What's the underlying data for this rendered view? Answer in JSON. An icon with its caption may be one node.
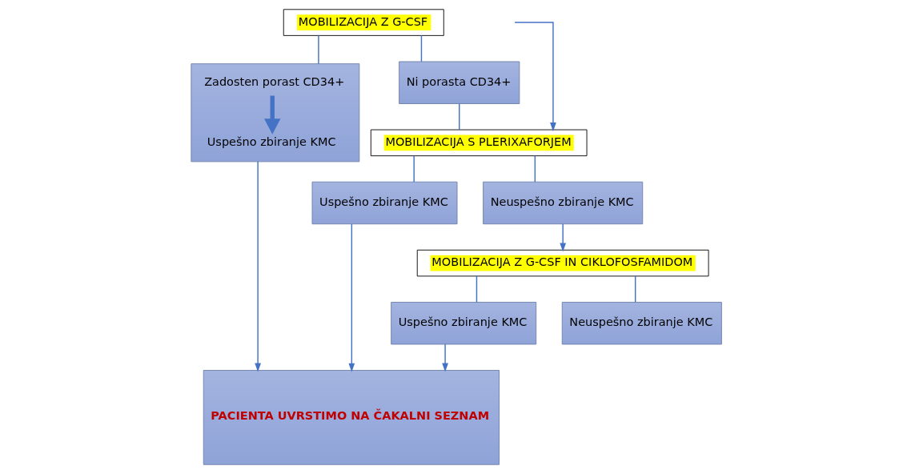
{
  "diagram": {
    "nodes": [
      {
        "text": [
          "MOBILIZACIJA Z G-CSF"
        ]
      },
      {
        "text": [],
        "shape": "box"
      },
      {
        "text": [
          "Zadosten porast CD34+"
        ],
        "in": 1
      },
      {
        "text": [
          "Uspešno zbiranje KMC"
        ],
        "in": 1
      },
      {
        "text": [
          "Ni porasta CD34+"
        ]
      },
      {
        "text": [
          "MOBILIZACIJA S PLERIXAFORJEM"
        ]
      },
      {
        "text": [
          "PACIENTA UVRSTIMO NA ČAKALNI SEZNAM"
        ]
      },
      {
        "text": [
          "Uspešno zbiranje KMC"
        ]
      },
      {
        "text": [
          "Neuspešno zbiranje KMC"
        ]
      },
      {
        "text": [
          "MOBILIZACIJA Z G-CSF IN CIKLOFOSFAMIDOM"
        ]
      },
      {
        "text": [
          "Uspešno zbiranje KMC"
        ]
      },
      {
        "text": [
          "Neuspešno zbiranje KMC"
        ]
      }
    ],
    "edges": [
      {
        "from": 0,
        "to": 1,
        "arrow": "none"
      },
      {
        "from": 0,
        "to": 4,
        "arrow": "none"
      },
      {
        "from": 2,
        "to": 3,
        "arrow": "to",
        "style": "thick"
      },
      {
        "from": 4,
        "to": 5,
        "arrow": "none"
      },
      {
        "from": null,
        "to": 5,
        "arrow": "to"
      },
      {
        "from": 5,
        "to": 7,
        "arrow": "none"
      },
      {
        "from": 5,
        "to": 8,
        "arrow": "none"
      },
      {
        "from": 1,
        "to": 6,
        "arrow": "to"
      },
      {
        "from": 7,
        "to": 6,
        "arrow": "to"
      },
      {
        "from": 8,
        "to": 9,
        "arrow": "to"
      },
      {
        "from": 9,
        "to": 10,
        "arrow": "none"
      },
      {
        "from": 9,
        "to": 11,
        "arrow": "none"
      },
      {
        "from": 10,
        "to": 6,
        "arrow": "to"
      }
    ]
  }
}
